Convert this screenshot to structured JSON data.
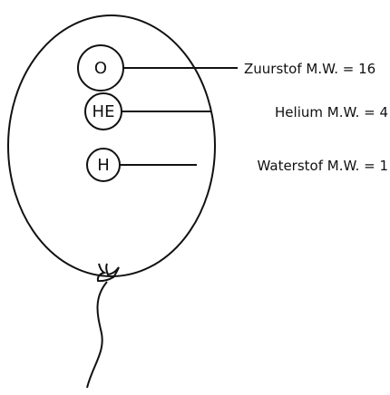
{
  "diagram": {
    "atoms": [
      {
        "symbol": "O",
        "label": "Zuurstof M.W. = 16"
      },
      {
        "symbol": "HE",
        "label": "Helium M.W. = 4"
      },
      {
        "symbol": "H",
        "label": "Waterstof M.W. = 1"
      }
    ]
  }
}
